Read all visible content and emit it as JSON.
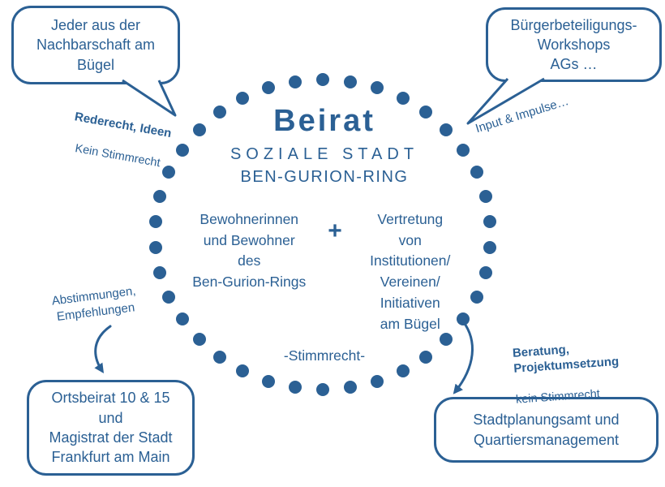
{
  "colors": {
    "blue": "#2b6094"
  },
  "center": {
    "title": "Beirat",
    "subtitle_line1": "SOZIALE STADT",
    "subtitle_line2": "BEN-GURION-RING",
    "left_member": "Bewohnerinnen\nund Bewohner\ndes\nBen-Gurion-Rings",
    "plus_sign": "+",
    "right_member": "Vertretung\nvon\nInstitutionen/\nVereinen/\nInitiativen\nam Bügel",
    "voting_note": "-Stimmrecht-"
  },
  "bubbles": {
    "top_left": "Jeder aus der\nNachbarschaft am\nBügel",
    "top_right": "Bürgerbeteiligungs-\nWorkshops\nAGs …",
    "bottom_left": "Ortsbeirat 10 & 15\nund\nMagistrat der Stadt\nFrankfurt am Main",
    "bottom_right": "Stadtplanungsamt und\nQuartiersmanagement"
  },
  "annotations": {
    "top_left_bold": "Rederecht, Ideen",
    "top_left_plain": "Kein Stimmrecht",
    "top_right_bold": "Input & Impulse…",
    "bottom_left_bold": "Abstimmungen,\nEmpfehlungen",
    "bottom_right_bold": "Beratung,\nProjektumsetzung",
    "bottom_right_plain": "kein Stimmrecht"
  }
}
